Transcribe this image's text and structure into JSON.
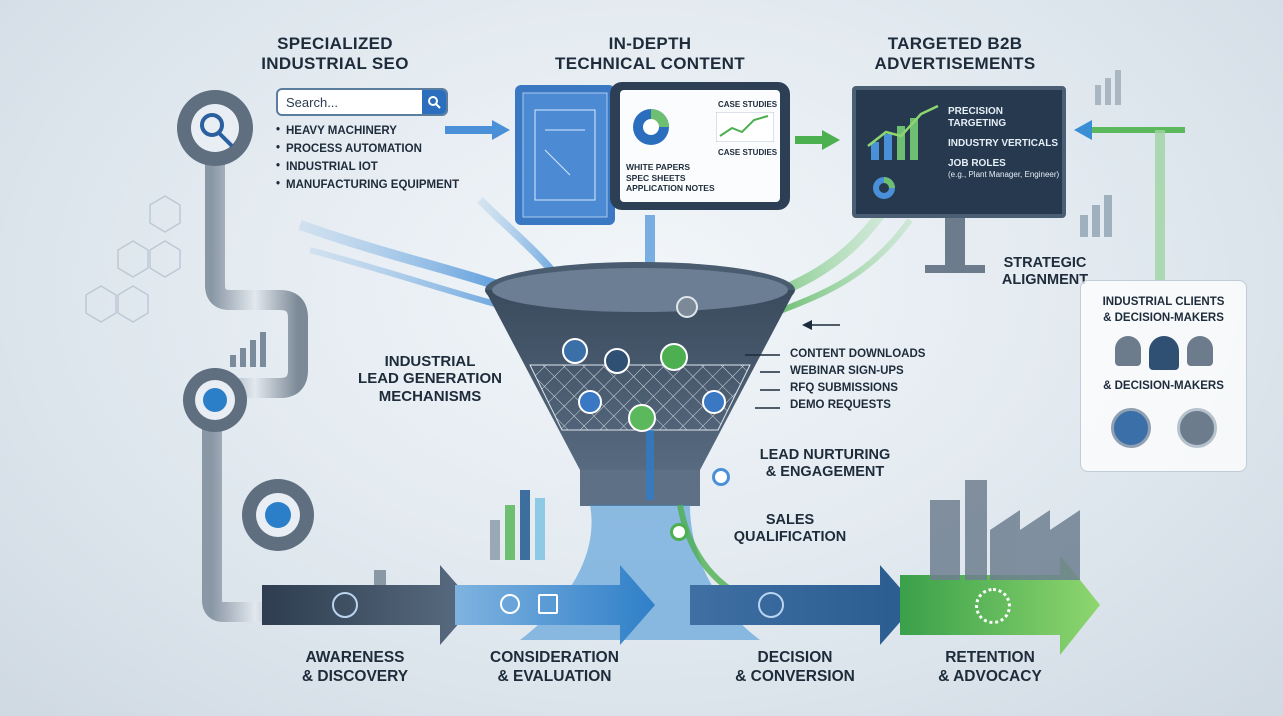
{
  "columns": {
    "seo": {
      "title_1": "Specialized",
      "title_2": "Industrial SEO",
      "search_placeholder": "Search...",
      "items": [
        "Heavy Machinery",
        "Process Automation",
        "Industrial IoT",
        "Manufacturing Equipment"
      ]
    },
    "content": {
      "title_1": "In-Depth",
      "title_2": "Technical Content",
      "case_studies_1": "Case Studies",
      "case_studies_2": "Case Studies",
      "items": [
        "White Papers",
        "Spec Sheets",
        "Application Notes"
      ]
    },
    "ads": {
      "title_1": "Targeted B2B",
      "title_2": "Advertisements",
      "items": [
        "Precision Targeting",
        "Industry Verticals",
        "Job Roles"
      ],
      "job_roles_note": "(e.g., Plant Manager, Engineer)"
    }
  },
  "funnel": {
    "mechanisms_1": "Industrial",
    "mechanisms_2": "Lead Generation",
    "mechanisms_3": "Mechanisms",
    "outputs": [
      "Content Downloads",
      "Webinar Sign-Ups",
      "RFQ Submissions",
      "Demo Requests"
    ],
    "nurturing_1": "Lead Nurturing",
    "nurturing_2": "& Engagement",
    "sales_1": "Sales",
    "sales_2": "Qualification"
  },
  "strategic": {
    "line_1": "Strategic",
    "line_2": "Alignment"
  },
  "clients": {
    "title_1": "Industrial Clients",
    "title_2": "& Decision-Makers",
    "subtitle": "& Decision-Makers"
  },
  "stages": [
    {
      "line_1": "Awareness",
      "line_2": "& Discovery"
    },
    {
      "line_1": "Consideration",
      "line_2": "& Evaluation"
    },
    {
      "line_1": "Decision",
      "line_2": "& Conversion"
    },
    {
      "line_1": "Retention",
      "line_2": "& Advocacy"
    }
  ],
  "colors": {
    "primary": "#2a6ebd",
    "green": "#5cb85c",
    "dark": "#1d2b3a",
    "slate": "#3b4b5e"
  }
}
